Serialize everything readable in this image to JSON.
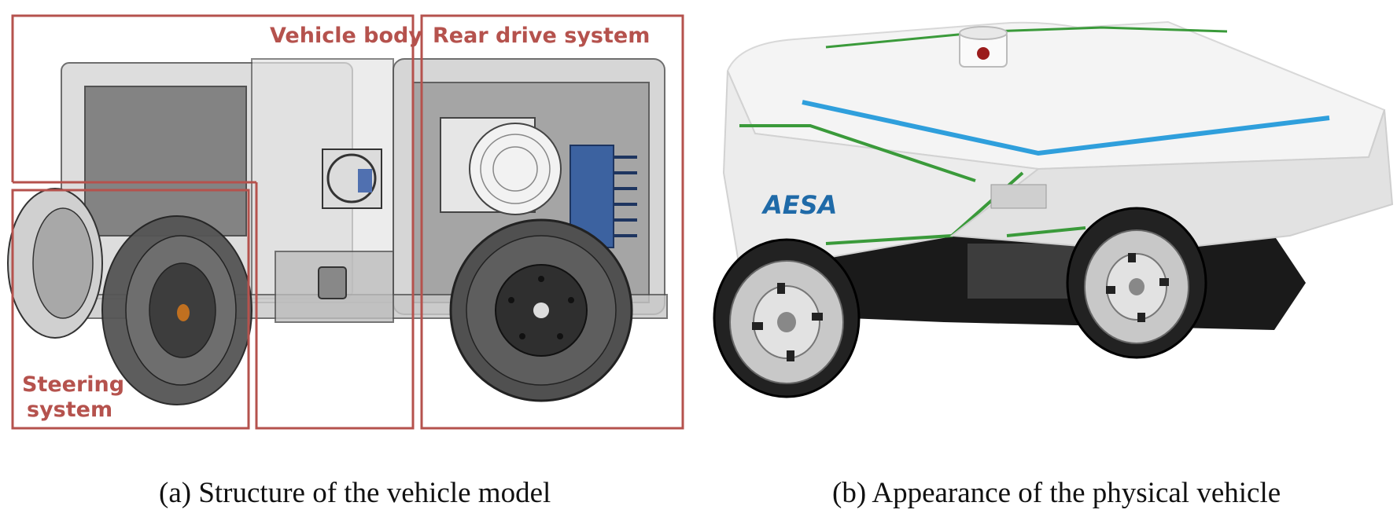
{
  "panel_a": {
    "labels": {
      "vehicle_body": "Vehicle body",
      "rear_drive_system": "Rear drive system",
      "steering_line1": "Steering",
      "steering_line2": "system"
    },
    "caption": "(a) Structure of the vehicle model",
    "frame_color": "#b5524d"
  },
  "panel_b": {
    "logo_text": "AESA",
    "caption": "(b) Appearance of the physical vehicle",
    "stripe_colors": {
      "green": "#3a9a3a",
      "blue": "#2f9fdc"
    }
  }
}
